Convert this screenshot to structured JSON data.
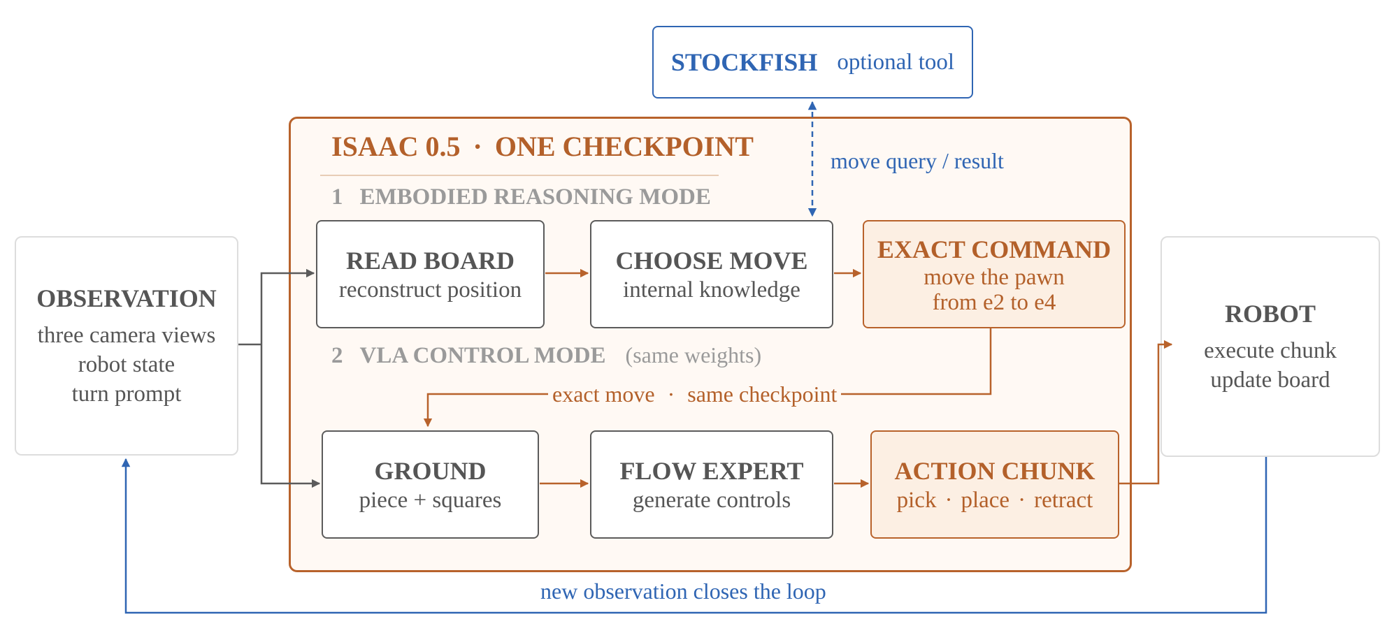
{
  "stockfish": {
    "title": "STOCKFISH",
    "subtitle": "optional tool"
  },
  "query_label": "move query / result",
  "isaac": {
    "name": "ISAAC 0.5",
    "separator": "·",
    "checkpoint": "ONE CHECKPOINT"
  },
  "mode1": {
    "number": "1",
    "title": "EMBODIED REASONING MODE"
  },
  "mode2": {
    "number": "2",
    "title": "VLA CONTROL MODE",
    "note": "(same weights)"
  },
  "observation": {
    "title": "OBSERVATION",
    "lines": [
      "three camera views",
      "robot state",
      "turn prompt"
    ]
  },
  "robot": {
    "title": "ROBOT",
    "lines": [
      "execute chunk",
      "update board"
    ]
  },
  "read_board": {
    "title": "READ BOARD",
    "subtitle": "reconstruct position"
  },
  "choose_move": {
    "title": "CHOOSE MOVE",
    "subtitle": "internal knowledge"
  },
  "exact_command": {
    "title": "EXACT COMMAND",
    "lines": [
      "move the pawn",
      "from e2 to e4"
    ]
  },
  "exact_move_label": {
    "part1": "exact move",
    "separator": "·",
    "part2": "same checkpoint"
  },
  "ground": {
    "title": "GROUND",
    "subtitle": "piece + squares"
  },
  "flow_expert": {
    "title": "FLOW EXPERT",
    "subtitle": "generate controls"
  },
  "action_chunk": {
    "title": "ACTION CHUNK",
    "parts": [
      "pick",
      "place",
      "retract"
    ],
    "separator": "·"
  },
  "loop_label": "new observation closes the loop",
  "colors": {
    "accent": "#b8622b",
    "blue": "#2f65b3",
    "gray": "#5b5b5b",
    "light_fill": "#fcefe3"
  }
}
